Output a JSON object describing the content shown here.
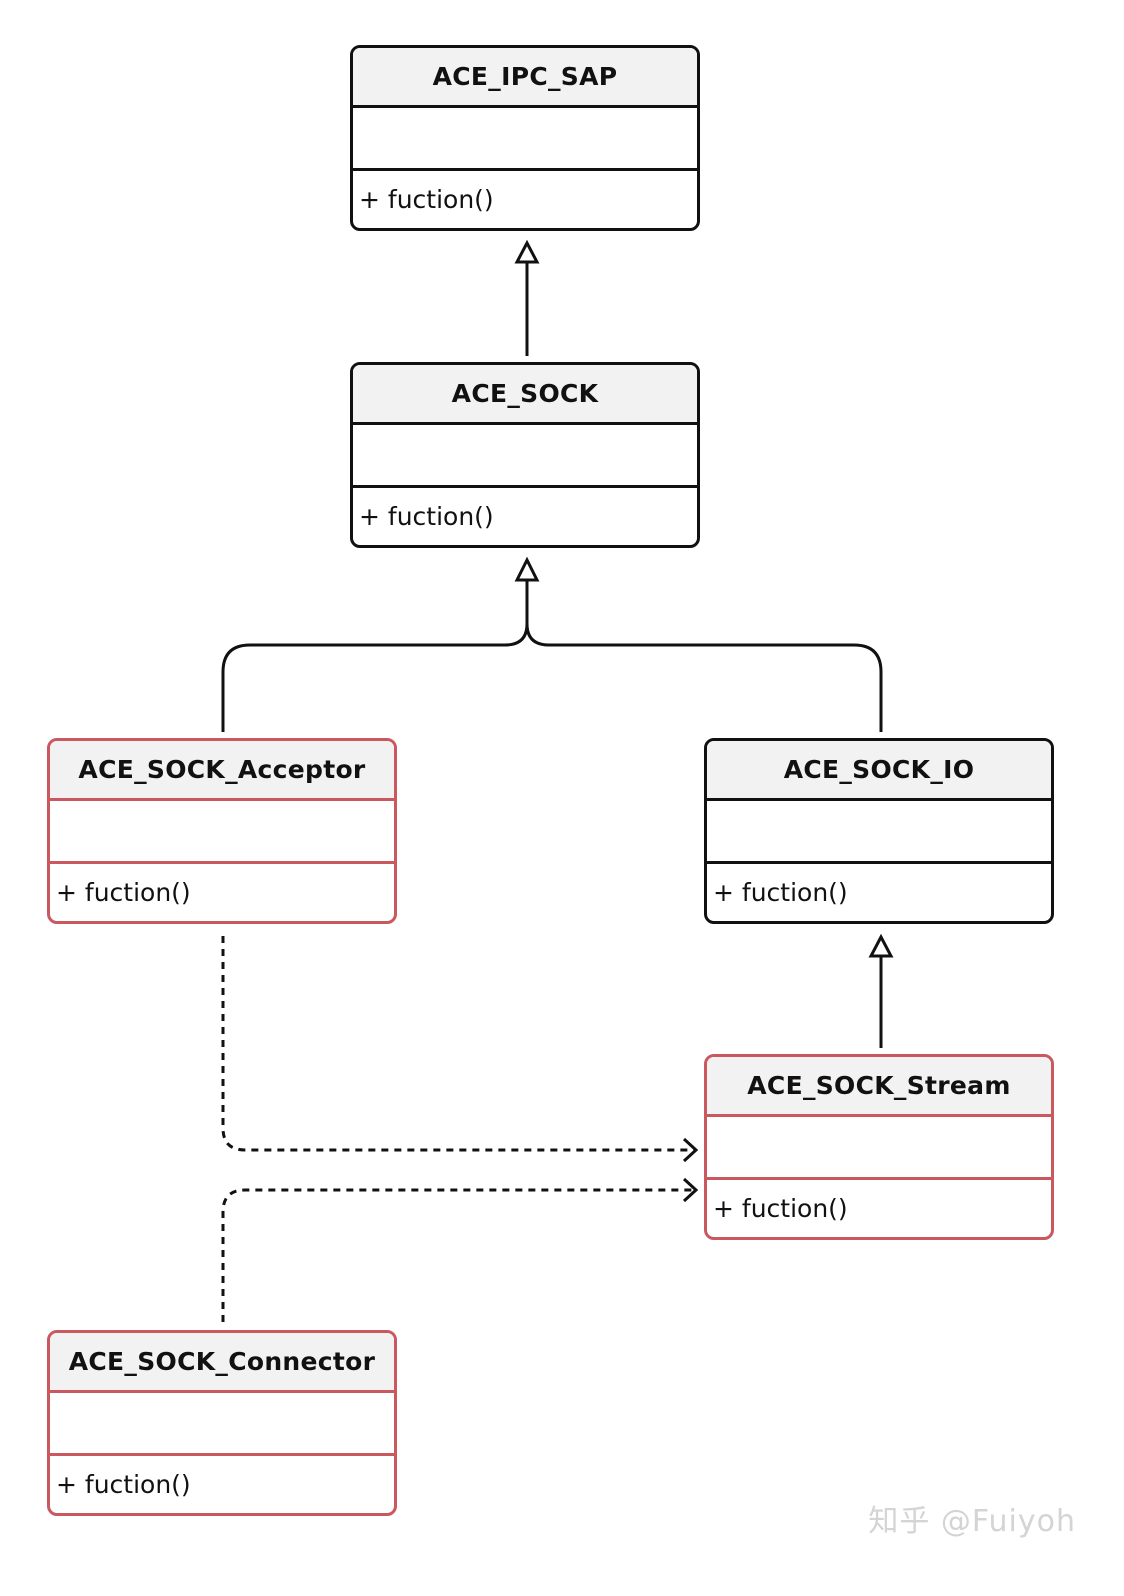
{
  "diagram": {
    "classes": [
      {
        "id": "ace-ipc-sap",
        "name": "ACE_IPC_SAP",
        "method": "+ fuction()",
        "highlight": false
      },
      {
        "id": "ace-sock",
        "name": "ACE_SOCK",
        "method": "+ fuction()",
        "highlight": false
      },
      {
        "id": "ace-sock-acceptor",
        "name": "ACE_SOCK_Acceptor",
        "method": "+ fuction()",
        "highlight": true
      },
      {
        "id": "ace-sock-io",
        "name": "ACE_SOCK_IO",
        "method": "+ fuction()",
        "highlight": false
      },
      {
        "id": "ace-sock-stream",
        "name": "ACE_SOCK_Stream",
        "method": "+ fuction()",
        "highlight": true
      },
      {
        "id": "ace-sock-connector",
        "name": "ACE_SOCK_Connector",
        "method": "+ fuction()",
        "highlight": true
      }
    ],
    "relations": [
      {
        "from": "ace-sock",
        "to": "ace-ipc-sap",
        "type": "inheritance"
      },
      {
        "from": "ace-sock-acceptor",
        "to": "ace-sock",
        "type": "inheritance"
      },
      {
        "from": "ace-sock-io",
        "to": "ace-sock",
        "type": "inheritance"
      },
      {
        "from": "ace-sock-stream",
        "to": "ace-sock-io",
        "type": "inheritance"
      },
      {
        "from": "ace-sock-acceptor",
        "to": "ace-sock-stream",
        "type": "dependency"
      },
      {
        "from": "ace-sock-connector",
        "to": "ace-sock-stream",
        "type": "dependency"
      }
    ],
    "colors": {
      "line": "#111111",
      "highlight_border": "#c9585f",
      "header_fill": "#f2f2f2"
    }
  },
  "watermark": "知乎 @Fuiyoh"
}
